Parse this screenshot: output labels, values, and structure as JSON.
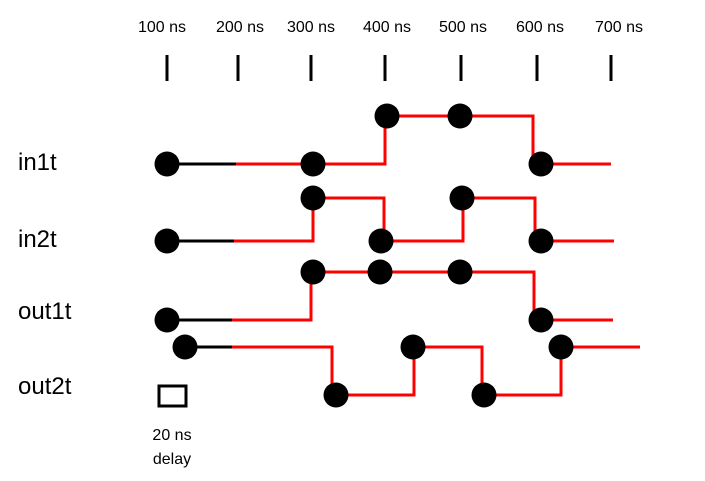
{
  "time_axis": {
    "ticks": [
      "100 ns",
      "200 ns",
      "300 ns",
      "400 ns",
      "500 ns",
      "600 ns",
      "700 ns"
    ]
  },
  "signals": [
    {
      "name": "in1t"
    },
    {
      "name": "in2t"
    },
    {
      "name": "out1t"
    },
    {
      "name": "out2t"
    }
  ],
  "legend": {
    "line1": "20 ns",
    "line2": "delay"
  },
  "colors": {
    "active": "#ff0000",
    "initial": "#000000",
    "dot": "#000000"
  }
}
